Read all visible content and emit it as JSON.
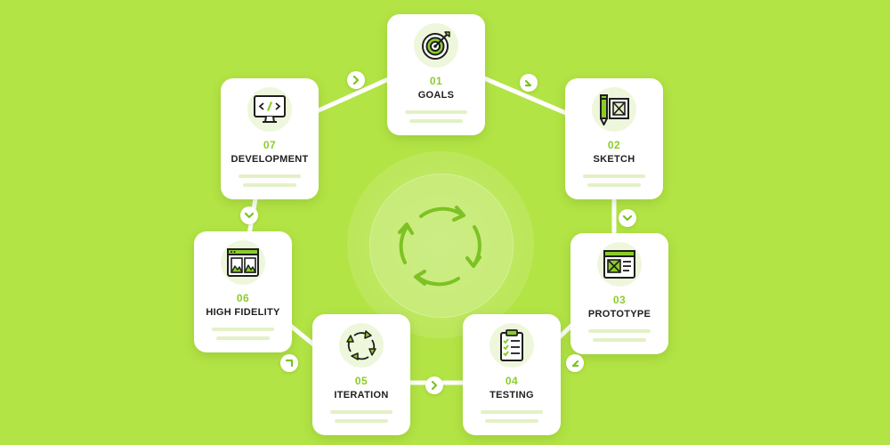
{
  "steps": [
    {
      "number": "01",
      "label": "GOALS",
      "icon": "target-icon"
    },
    {
      "number": "02",
      "label": "SKETCH",
      "icon": "pencil-sketch-icon"
    },
    {
      "number": "03",
      "label": "PROTOTYPE",
      "icon": "wireframe-window-icon"
    },
    {
      "number": "04",
      "label": "TESTING",
      "icon": "checklist-clipboard-icon"
    },
    {
      "number": "05",
      "label": "ITERATION",
      "icon": "cycle-arrows-icon"
    },
    {
      "number": "06",
      "label": "HIGH FIDELITY",
      "icon": "image-window-icon"
    },
    {
      "number": "07",
      "label": "DEVELOPMENT",
      "icon": "code-monitor-icon"
    }
  ],
  "colors": {
    "background": "#b3e445",
    "accent": "#8ccc2a",
    "card": "#ffffff",
    "text": "#1e1e1e",
    "icon_outline": "#1e1e1e"
  },
  "center_icon": "cycle-arrows-icon"
}
